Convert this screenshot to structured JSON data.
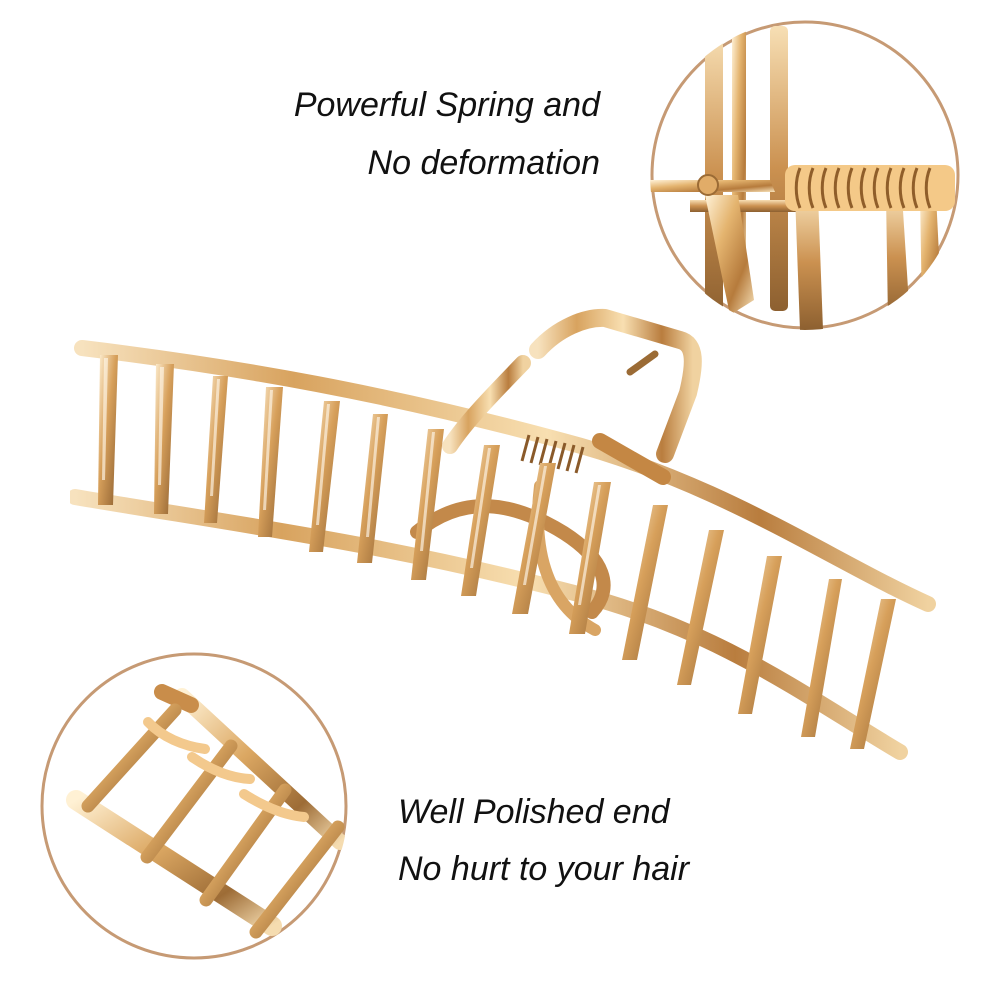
{
  "captions": {
    "spring_line1": "Powerful Spring and",
    "spring_line2": "No deformation",
    "polish_line1": "Well Polished end",
    "polish_line2": "No hurt to your hair"
  },
  "colors": {
    "gold_light": "#f4d7a6",
    "gold_mid": "#d6a15f",
    "gold_dark": "#9b6b35",
    "circle_ring": "#c69a74",
    "text": "#111111"
  },
  "icons": {
    "spring_detail": "spring-zoom-icon",
    "end_detail": "polished-end-zoom-icon",
    "product": "hair-claw-clip-icon"
  }
}
